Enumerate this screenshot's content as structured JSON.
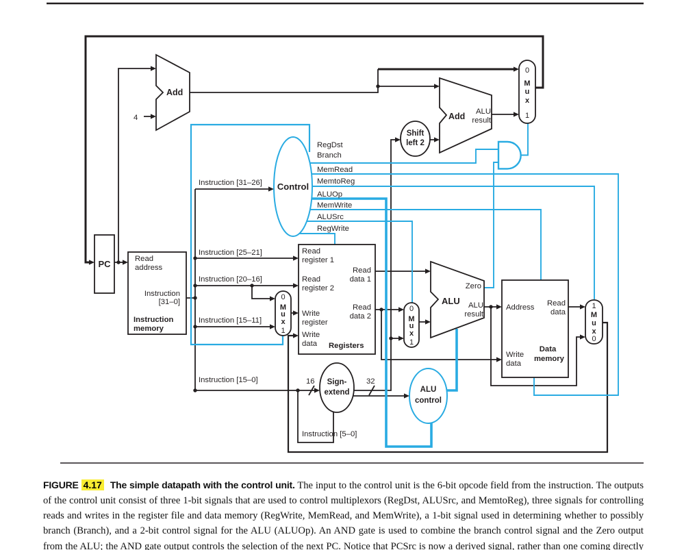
{
  "figure": {
    "label": "FIGURE",
    "number": "4.17",
    "title": "The simple datapath with the control unit.",
    "body": "The input to the control unit is the 6-bit opcode field from the instruction. The outputs of the control unit consist of three 1-bit signals that are used to control multiplexors (RegDst, ALUSrc, and MemtoReg), three signals for controlling reads and writes in the register file and data memory (RegWrite, MemRead, and MemWrite), a 1-bit signal used in determining whether to possibly branch (Branch), and a 2-bit control signal for the ALU (ALUOp). An AND gate is used to combine the branch control signal and the Zero output from the ALU; the AND gate output controls the selection of the next PC. Notice that PCSrc is now a derived signal, rather than one coming directly from the control unit. Thus, we drop the signal name in subsequent figures."
  },
  "colors": {
    "accent": "#29ABE2",
    "ink": "#231F20",
    "highlight": "#F9ED32"
  },
  "control": {
    "name": "Control",
    "signals": [
      "RegDst",
      "Branch",
      "MemRead",
      "MemtoReg",
      "ALUOp",
      "MemWrite",
      "ALUSrc",
      "RegWrite"
    ]
  },
  "blocks": {
    "pc": {
      "name": "PC"
    },
    "add": {
      "name": "Add",
      "increment": "4"
    },
    "branch_adder": {
      "name": "Add",
      "result_1": "ALU",
      "result_2": "result"
    },
    "shift_left_2": {
      "name_1": "Shift",
      "name_2": "left 2"
    },
    "instruction_memory": {
      "name_1": "Instruction",
      "name_2": "memory",
      "ports": {
        "read_address_1": "Read",
        "read_address_2": "address",
        "instruction_1": "Instruction",
        "instruction_2": "[31–0]"
      }
    },
    "registers": {
      "name": "Registers",
      "ports": {
        "read_register_1a": "Read",
        "read_register_1b": "register 1",
        "read_register_2a": "Read",
        "read_register_2b": "register 2",
        "write_register_a": "Write",
        "write_register_b": "register",
        "write_data_a": "Write",
        "write_data_b": "data",
        "read_data_1a": "Read",
        "read_data_1b": "data 1",
        "read_data_2a": "Read",
        "read_data_2b": "data 2"
      }
    },
    "alu": {
      "name": "ALU",
      "zero": "Zero",
      "result_1": "ALU",
      "result_2": "result"
    },
    "sign_extend": {
      "name_1": "Sign-",
      "name_2": "extend"
    },
    "alu_control": {
      "name_1": "ALU",
      "name_2": "control"
    },
    "data_memory": {
      "name_1": "Data",
      "name_2": "memory",
      "ports": {
        "address": "Address",
        "read_data_a": "Read",
        "read_data_b": "data",
        "write_data_a": "Write",
        "write_data_b": "data"
      }
    },
    "mux": {
      "zero": "0",
      "one": "1",
      "m": "M",
      "u": "u",
      "x": "x"
    }
  },
  "wires": {
    "instr_31_26": "Instruction [31–26]",
    "instr_25_21": "Instruction [25–21]",
    "instr_20_16": "Instruction [20–16]",
    "instr_15_11": "Instruction [15–11]",
    "instr_15_0": "Instruction [15–0]",
    "instr_5_0": "Instruction [5–0]",
    "width_16": "16",
    "width_32": "32"
  }
}
